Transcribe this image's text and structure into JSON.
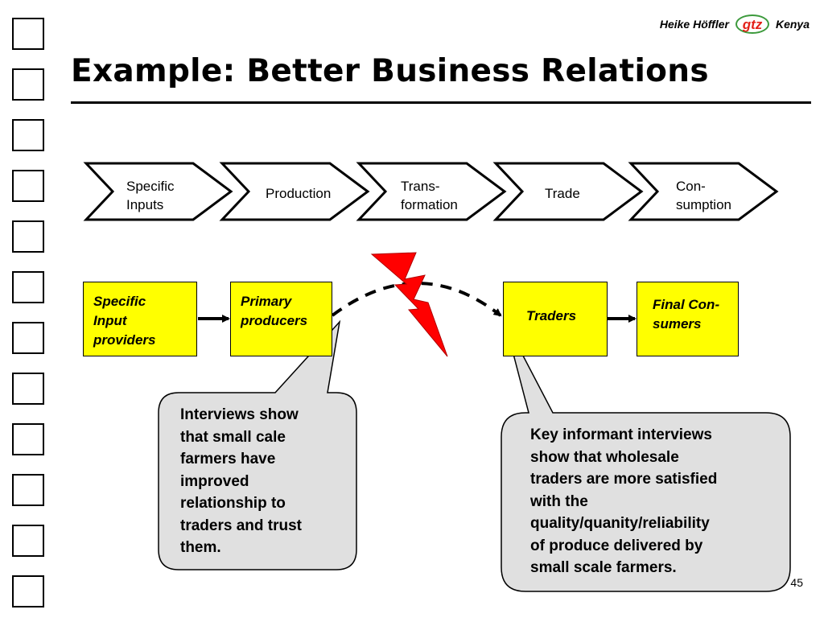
{
  "header": {
    "author": "Heike Höffler",
    "logo_text": "gtz",
    "country": "Kenya"
  },
  "title": "Example: Better Business Relations",
  "value_chain": {
    "stages": [
      [
        "Specific",
        "Inputs"
      ],
      [
        "Production"
      ],
      [
        "Trans-",
        "formation"
      ],
      [
        "Trade"
      ],
      [
        "Con-",
        "sumption"
      ]
    ]
  },
  "actors": {
    "input_providers": [
      "Specific",
      "Input",
      "providers"
    ],
    "primary_producers": [
      "Primary",
      "producers"
    ],
    "traders": [
      "Traders"
    ],
    "final_consumers": [
      "Final Con-",
      "sumers"
    ]
  },
  "callouts": {
    "left": [
      "Interviews show",
      "that small cale",
      "farmers have",
      "improved",
      "relationship to",
      "traders and trust",
      "them."
    ],
    "right": [
      "Key informant interviews",
      "show that wholesale",
      "traders are more satisfied",
      "with the",
      "quality/quanity/reliability",
      "of produce delivered by",
      "small scale farmers."
    ]
  },
  "page_number": "45",
  "colors": {
    "box_fill": "#ffff00",
    "callout_fill": "#e0e0e0",
    "lightning": "#ff0000",
    "logo_ring": "#3c9a3c",
    "logo_text": "#e32119"
  }
}
